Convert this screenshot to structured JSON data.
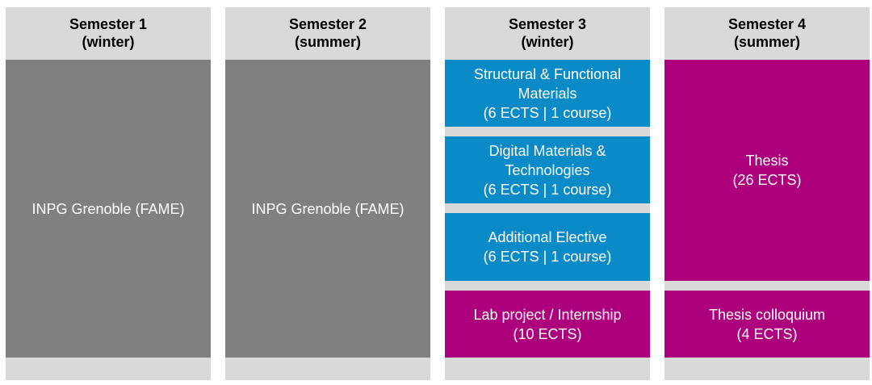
{
  "columns": [
    {
      "title": "Semester 1",
      "subtitle": "(winter)",
      "blocks": [
        {
          "lines": [
            "INPG Grenoble (FAME)"
          ]
        }
      ]
    },
    {
      "title": "Semester 2",
      "subtitle": "(summer)",
      "blocks": [
        {
          "lines": [
            "INPG Grenoble (FAME)"
          ]
        }
      ]
    },
    {
      "title": "Semester 3",
      "subtitle": "(winter)",
      "blocks": [
        {
          "lines": [
            "Structural & Functional",
            "Materials",
            "(6 ECTS | 1 course)"
          ]
        },
        {
          "lines": [
            "Digital Materials &",
            "Technologies",
            "(6 ECTS | 1 course)"
          ]
        },
        {
          "lines": [
            "Additional Elective",
            "(6 ECTS | 1 course)"
          ]
        },
        {
          "lines": [
            "Lab project / Internship",
            "(10 ECTS)"
          ]
        }
      ]
    },
    {
      "title": "Semester 4",
      "subtitle": "(summer)",
      "blocks": [
        {
          "lines": [
            "Thesis",
            "(26 ECTS)"
          ]
        },
        {
          "lines": [
            "Thesis colloquium",
            "(4 ECTS)"
          ]
        }
      ]
    }
  ],
  "colors": {
    "header_bg": "#d9d9d9",
    "host_university": "#808080",
    "coursework": "#0a8ac6",
    "thesis_and_projects": "#ad007c"
  }
}
